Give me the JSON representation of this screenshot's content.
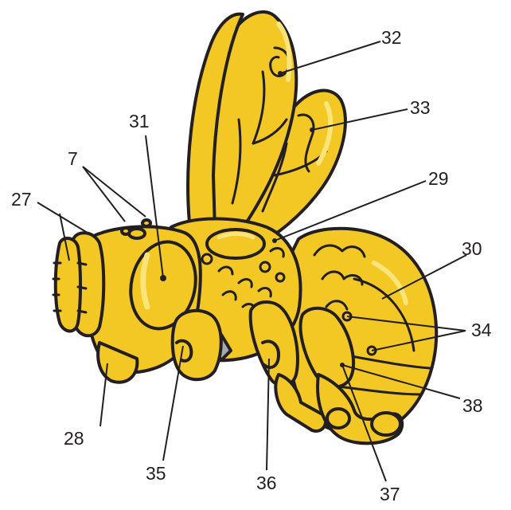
{
  "colors": {
    "body": "#f3c824",
    "highlight": "#fbe57a",
    "outline": "#231f20",
    "spiracle_gray": "#a7a9ac",
    "background": "#ffffff"
  },
  "labels": {
    "l7": "7",
    "l27": "27",
    "l28": "28",
    "l29": "29",
    "l30": "30",
    "l31": "31",
    "l32": "32",
    "l33": "33",
    "l34": "34",
    "l35": "35",
    "l36": "36",
    "l37": "37",
    "l38": "38"
  }
}
